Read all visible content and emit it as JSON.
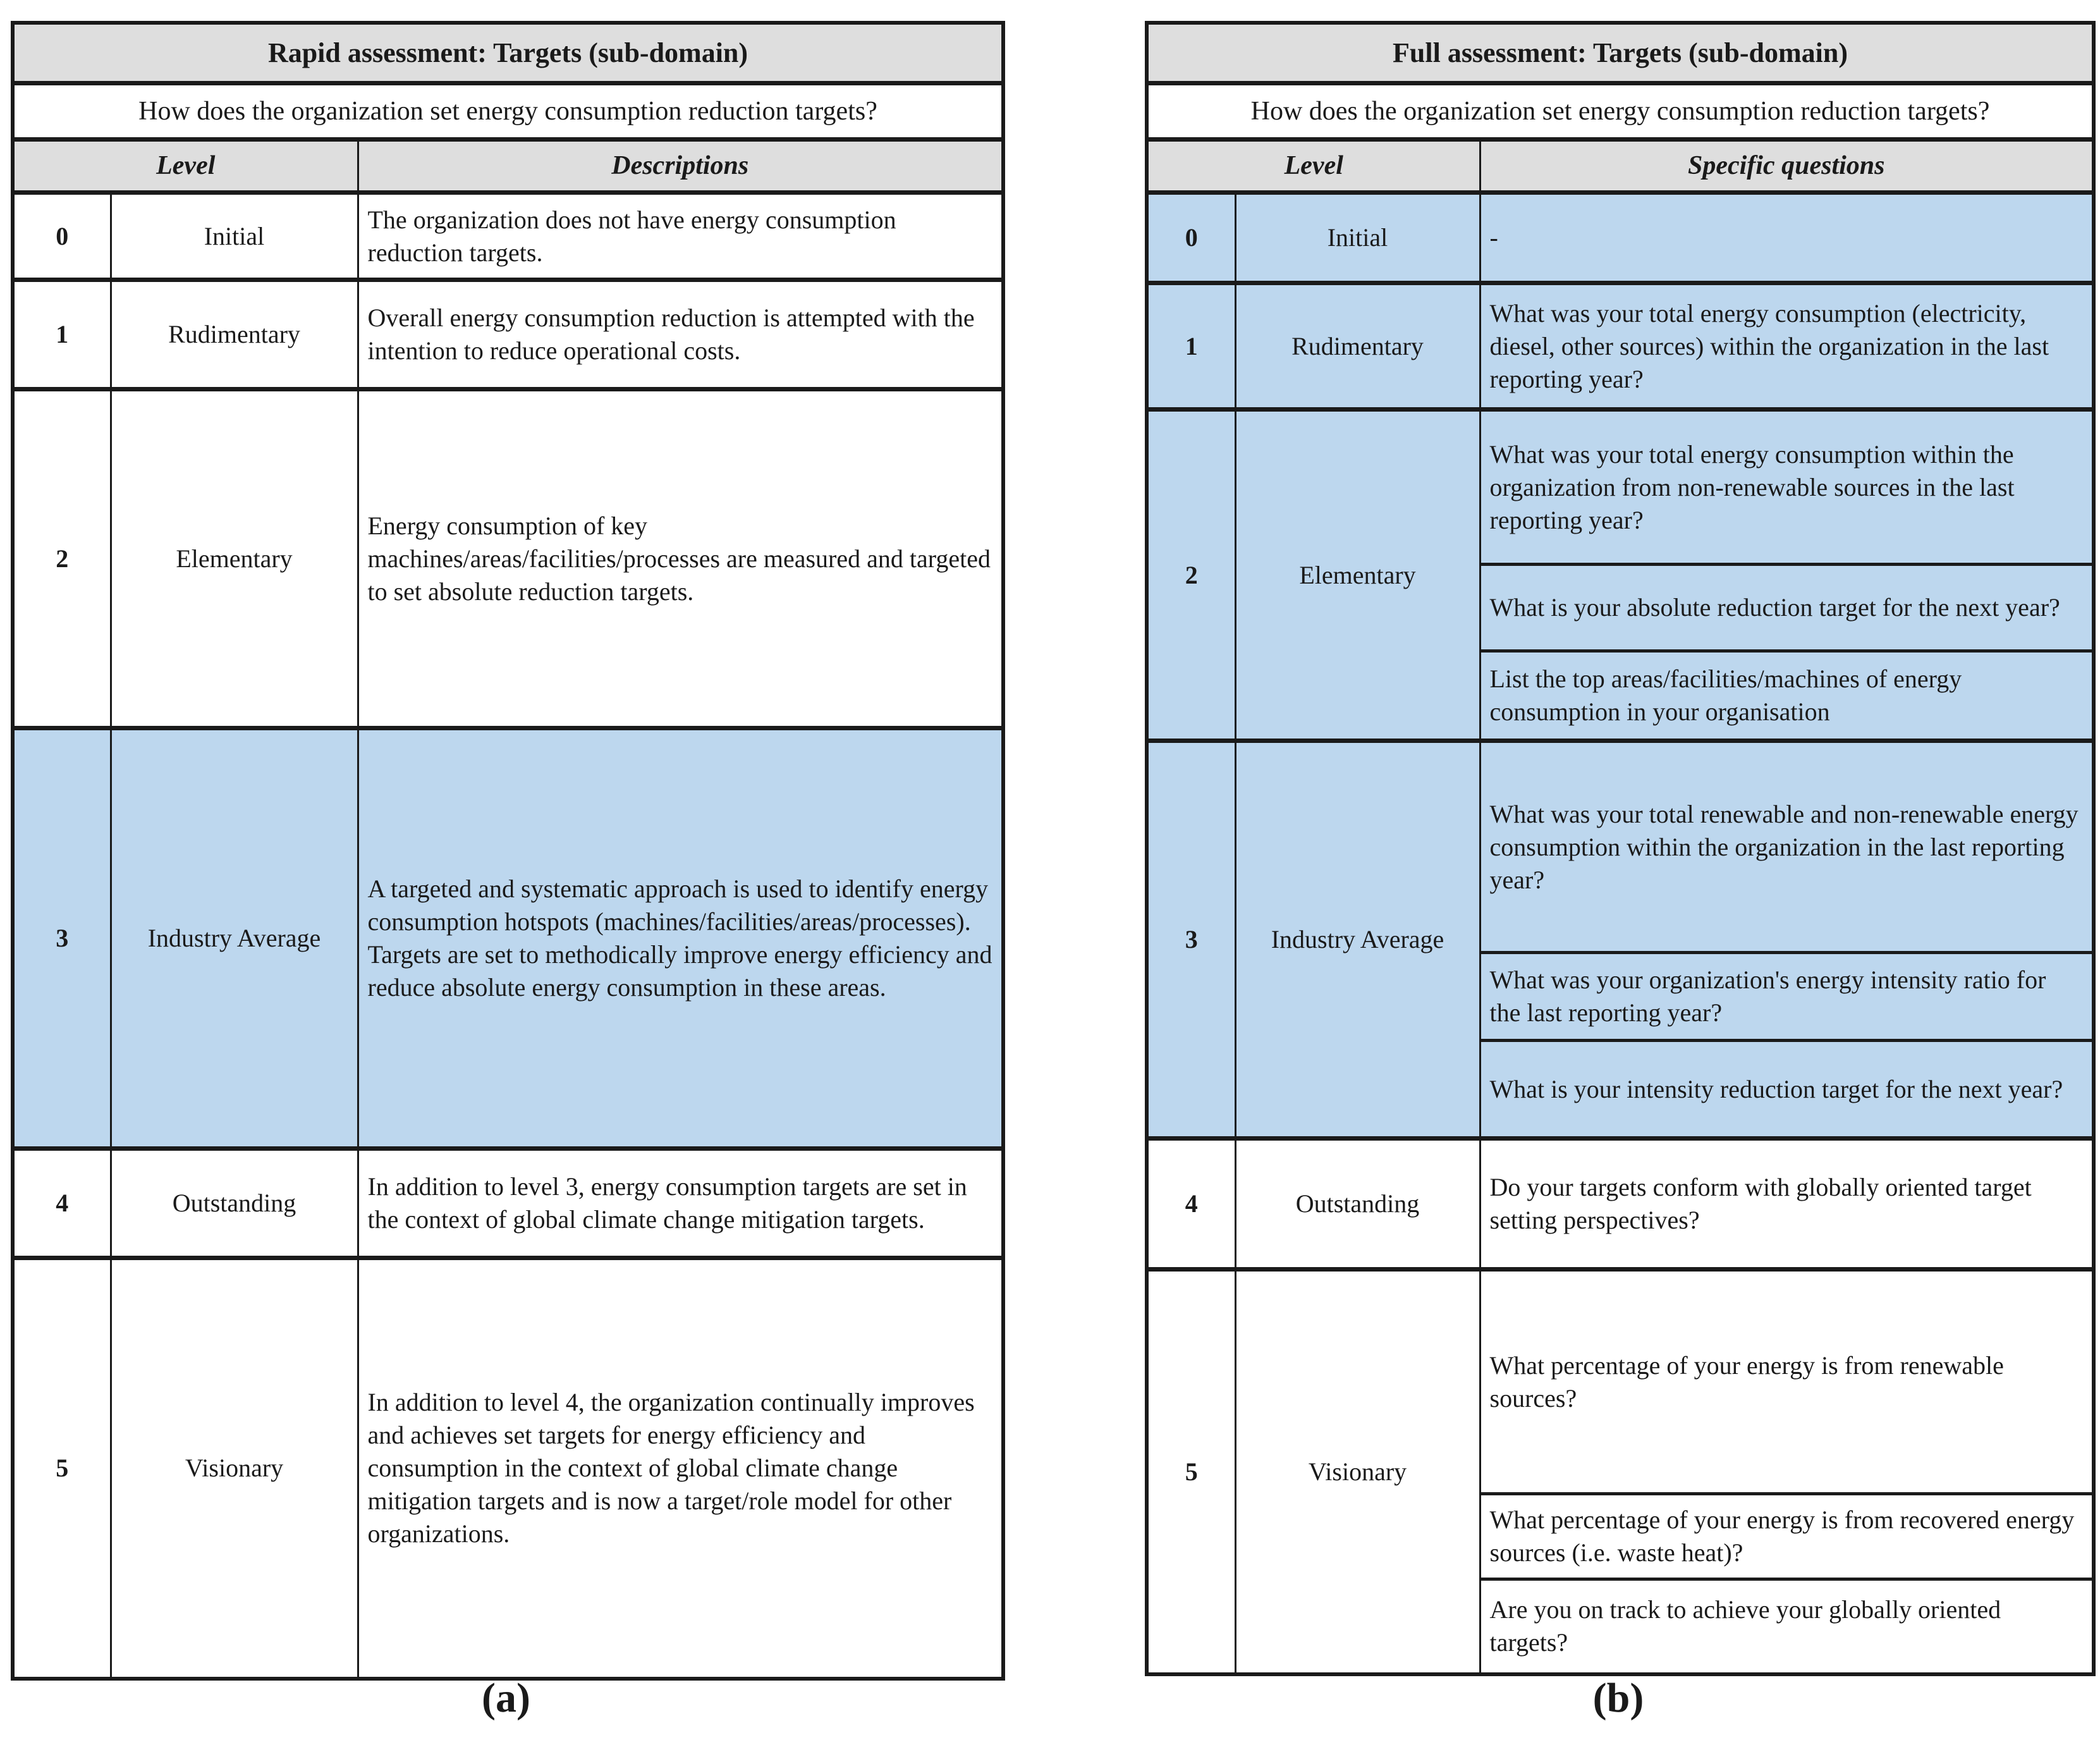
{
  "colors": {
    "highlight_bg": "#bdd7ee",
    "header_bg": "#dedede",
    "border": "#1a1a1a",
    "text": "#1a1a1a"
  },
  "left_table": {
    "title": "Rapid assessment: Targets (sub-domain)",
    "question": "How does the organization set energy consumption reduction targets?",
    "col_level": "Level",
    "col_descriptions": "Descriptions",
    "caption": "(a)",
    "rows": [
      {
        "num": "0",
        "name": "Initial",
        "desc": "The organization does not have energy consumption reduction targets.",
        "highlight": false
      },
      {
        "num": "1",
        "name": "Rudimentary",
        "desc": "Overall energy consumption reduction is attempted with the intention to reduce operational costs.",
        "highlight": false
      },
      {
        "num": "2",
        "name": "Elementary",
        "desc": "Energy consumption of key machines/areas/facilities/processes are measured and targeted to set absolute reduction targets.",
        "highlight": false
      },
      {
        "num": "3",
        "name": "Industry Average",
        "desc": "A targeted and systematic approach is used to identify energy consumption hotspots (machines/facilities/areas/processes). Targets are set to methodically improve energy efficiency and reduce absolute energy consumption in these areas.",
        "highlight": true
      },
      {
        "num": "4",
        "name": "Outstanding",
        "desc": "In addition to level 3, energy consumption targets are set in the context of global climate change mitigation targets.",
        "highlight": false
      },
      {
        "num": "5",
        "name": "Visionary",
        "desc": "In addition to level 4, the organization continually improves and achieves set targets for energy efficiency and consumption in the context of global climate change mitigation targets and is now a target/role model for other organizations.",
        "highlight": false
      }
    ]
  },
  "right_table": {
    "title": "Full assessment: Targets (sub-domain)",
    "question": "How does the organization set energy consumption reduction targets?",
    "col_level": "Level",
    "col_questions": "Specific questions",
    "caption": "(b)",
    "rows": [
      {
        "num": "0",
        "name": "Initial",
        "questions": [
          "-"
        ],
        "highlight": true
      },
      {
        "num": "1",
        "name": "Rudimentary",
        "questions": [
          "What was your total energy consumption (electricity, diesel, other sources) within the organization in the last reporting year?"
        ],
        "highlight": true
      },
      {
        "num": "2",
        "name": "Elementary",
        "questions": [
          "What was your total energy consumption within the organization from non-renewable sources in the last reporting year?",
          "What is your absolute reduction target for the next year?",
          "List the top areas/facilities/machines of energy consumption in your organisation"
        ],
        "highlight": true
      },
      {
        "num": "3",
        "name": "Industry Average",
        "questions": [
          "What was your total renewable and non-renewable energy consumption within the organization in the last reporting year?",
          "What was your organization's energy intensity ratio for the last reporting year?",
          "What is your intensity reduction target for the next year?"
        ],
        "highlight": true
      },
      {
        "num": "4",
        "name": "Outstanding",
        "questions": [
          "Do your targets conform with globally oriented target setting perspectives?"
        ],
        "highlight": false
      },
      {
        "num": "5",
        "name": "Visionary",
        "questions": [
          "What percentage of your energy is from renewable sources?",
          "What percentage of your energy is from recovered energy sources (i.e. waste heat)?",
          "Are you on track to achieve your globally oriented targets?"
        ],
        "highlight": false
      }
    ]
  }
}
